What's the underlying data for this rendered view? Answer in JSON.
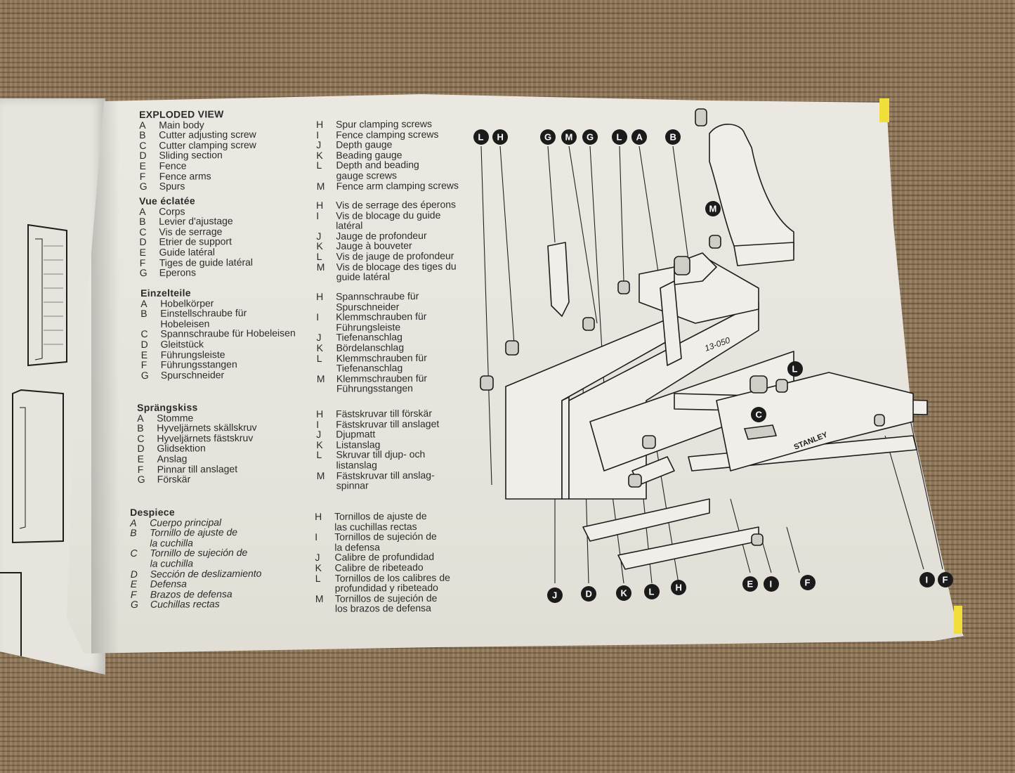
{
  "english": {
    "heading": "EXPLODED VIEW",
    "items": [
      {
        "letter": "A",
        "text": "Main body"
      },
      {
        "letter": "B",
        "text": "Cutter adjusting screw"
      },
      {
        "letter": "C",
        "text": "Cutter clamping screw"
      },
      {
        "letter": "D",
        "text": "Sliding section"
      },
      {
        "letter": "E",
        "text": "Fence"
      },
      {
        "letter": "F",
        "text": "Fence arms"
      },
      {
        "letter": "G",
        "text": "Spurs"
      }
    ],
    "items2": [
      {
        "letter": "H",
        "text": "Spur clamping screws"
      },
      {
        "letter": "I",
        "text": "Fence clamping screws"
      },
      {
        "letter": "J",
        "text": "Depth gauge"
      },
      {
        "letter": "K",
        "text": "Beading gauge"
      },
      {
        "letter": "L",
        "text": "Depth and beading",
        "sub": "gauge screws"
      },
      {
        "letter": "M",
        "text": "Fence arm clamping screws"
      }
    ]
  },
  "french": {
    "heading": "Vue éclatée",
    "items": [
      {
        "letter": "A",
        "text": "Corps"
      },
      {
        "letter": "B",
        "text": "Levier d'ajustage"
      },
      {
        "letter": "C",
        "text": "Vis de serrage"
      },
      {
        "letter": "D",
        "text": "Etrier de support"
      },
      {
        "letter": "E",
        "text": "Guide latéral"
      },
      {
        "letter": "F",
        "text": "Tiges de guide latéral"
      },
      {
        "letter": "G",
        "text": "Eperons"
      }
    ],
    "items2": [
      {
        "letter": "H",
        "text": "Vis de serrage des éperons"
      },
      {
        "letter": "I",
        "text": "Vis de blocage du guide",
        "sub": "latéral"
      },
      {
        "letter": "J",
        "text": "Jauge de profondeur"
      },
      {
        "letter": "K",
        "text": "Jauge à bouveter"
      },
      {
        "letter": "L",
        "text": "Vis de jauge de profondeur"
      },
      {
        "letter": "M",
        "text": "Vis de blocage des tiges du",
        "sub": "guide latéral"
      }
    ]
  },
  "german": {
    "heading": "Einzelteile",
    "items": [
      {
        "letter": "A",
        "text": "Hobelkörper"
      },
      {
        "letter": "B",
        "text": "Einstellschraube für",
        "sub": "Hobeleisen"
      },
      {
        "letter": "C",
        "text": "Spannschraube für Hobeleisen"
      },
      {
        "letter": "D",
        "text": "Gleitstück"
      },
      {
        "letter": "E",
        "text": "Führungsleiste"
      },
      {
        "letter": "F",
        "text": "Führungsstangen"
      },
      {
        "letter": "G",
        "text": "Spurschneider"
      }
    ],
    "items2": [
      {
        "letter": "H",
        "text": "Spannschraube für",
        "sub": "Spurschneider"
      },
      {
        "letter": "I",
        "text": "Klemmschrauben für",
        "sub": "Führungsleiste"
      },
      {
        "letter": "J",
        "text": "Tiefenanschlag"
      },
      {
        "letter": "K",
        "text": "Bördelanschlag"
      },
      {
        "letter": "L",
        "text": "Klemmschrauben für",
        "sub": "Tiefenanschlag"
      },
      {
        "letter": "M",
        "text": "Klemmschrauben für",
        "sub": "Führungsstangen"
      }
    ]
  },
  "swedish": {
    "heading": "Sprängskiss",
    "items": [
      {
        "letter": "A",
        "text": "Stomme"
      },
      {
        "letter": "B",
        "text": "Hyveljärnets skällskruv"
      },
      {
        "letter": "C",
        "text": "Hyveljärnets fästskruv"
      },
      {
        "letter": "D",
        "text": "Glidsektion"
      },
      {
        "letter": "E",
        "text": "Anslag"
      },
      {
        "letter": "F",
        "text": "Pinnar till anslaget"
      },
      {
        "letter": "G",
        "text": "Förskär"
      }
    ],
    "items2": [
      {
        "letter": "H",
        "text": "Fästskruvar till förskär"
      },
      {
        "letter": "I",
        "text": "Fästskruvar till anslaget"
      },
      {
        "letter": "J",
        "text": "Djupmatt"
      },
      {
        "letter": "K",
        "text": "Listanslag"
      },
      {
        "letter": "L",
        "text": "Skruvar till djup- och",
        "sub": "listanslag"
      },
      {
        "letter": "M",
        "text": "Fästskruvar till anslag-",
        "sub": "spinnar"
      }
    ]
  },
  "spanish": {
    "heading": "Despiece",
    "items": [
      {
        "letter": "A",
        "text": "Cuerpo principal"
      },
      {
        "letter": "B",
        "text": "Tornillo de ajuste de",
        "sub": "la cuchilla"
      },
      {
        "letter": "C",
        "text": "Tornillo de sujeción de",
        "sub": "la cuchilla"
      },
      {
        "letter": "D",
        "text": "Sección de deslizamiento"
      },
      {
        "letter": "E",
        "text": "Defensa"
      },
      {
        "letter": "F",
        "text": "Brazos de defensa"
      },
      {
        "letter": "G",
        "text": "Cuchillas rectas"
      }
    ],
    "items2": [
      {
        "letter": "H",
        "text": "Tornillos de ajuste de",
        "sub": "las cuchillas rectas"
      },
      {
        "letter": "I",
        "text": "Tornillos de sujeción de",
        "sub": "la defensa"
      },
      {
        "letter": "J",
        "text": "Calibre de profundidad"
      },
      {
        "letter": "K",
        "text": "Calibre de ribeteado"
      },
      {
        "letter": "L",
        "text": "Tornillos de los calibres de",
        "sub": "profundidad y ribeteado"
      },
      {
        "letter": "M",
        "text": "Tornillos de sujeción de",
        "sub": "los brazos de defensa"
      }
    ]
  },
  "diagram": {
    "brand": "STANLEY",
    "model": "13-050",
    "callouts": {
      "top": [
        "L",
        "H",
        "G",
        "M",
        "G",
        "L",
        "A",
        "B"
      ],
      "right": [
        "M",
        "L",
        "C"
      ],
      "bottom": [
        "J",
        "D",
        "K",
        "L",
        "H",
        "E",
        "I",
        "F",
        "I",
        "F"
      ]
    }
  }
}
